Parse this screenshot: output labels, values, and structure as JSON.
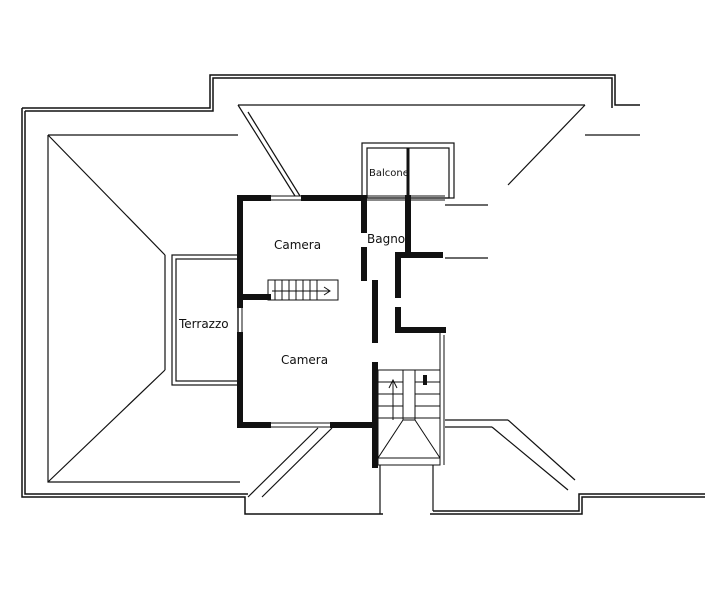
{
  "plan": {
    "rooms": {
      "balcone": "Balcone",
      "bagno": "Bagno",
      "camera_upper": "Camera",
      "camera_lower": "Camera",
      "terrazzo": "Terrazzo"
    }
  },
  "colors": {
    "line": "#111111",
    "background": "#ffffff"
  }
}
